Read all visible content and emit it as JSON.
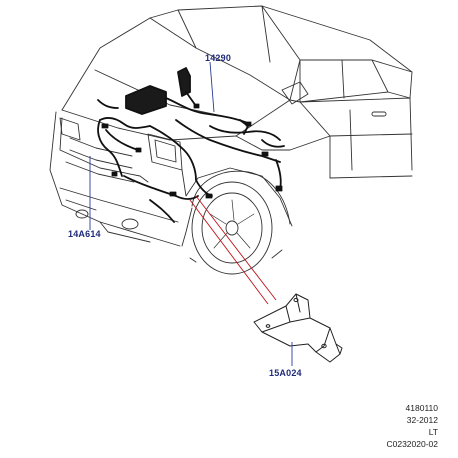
{
  "callouts": {
    "harness_main": "14290",
    "harness_front": "14A614",
    "bracket": "15A024"
  },
  "footer": {
    "reference": "4180110",
    "date": "32-2012",
    "side": "LT",
    "illustration_code": "C0232020-02"
  },
  "colors": {
    "callout_text": "#1f2a7a",
    "leader_line_blue": "#2a3a9a",
    "leader_line_red": "#c0141a",
    "line_art": "#222222",
    "harness": "#111111"
  }
}
